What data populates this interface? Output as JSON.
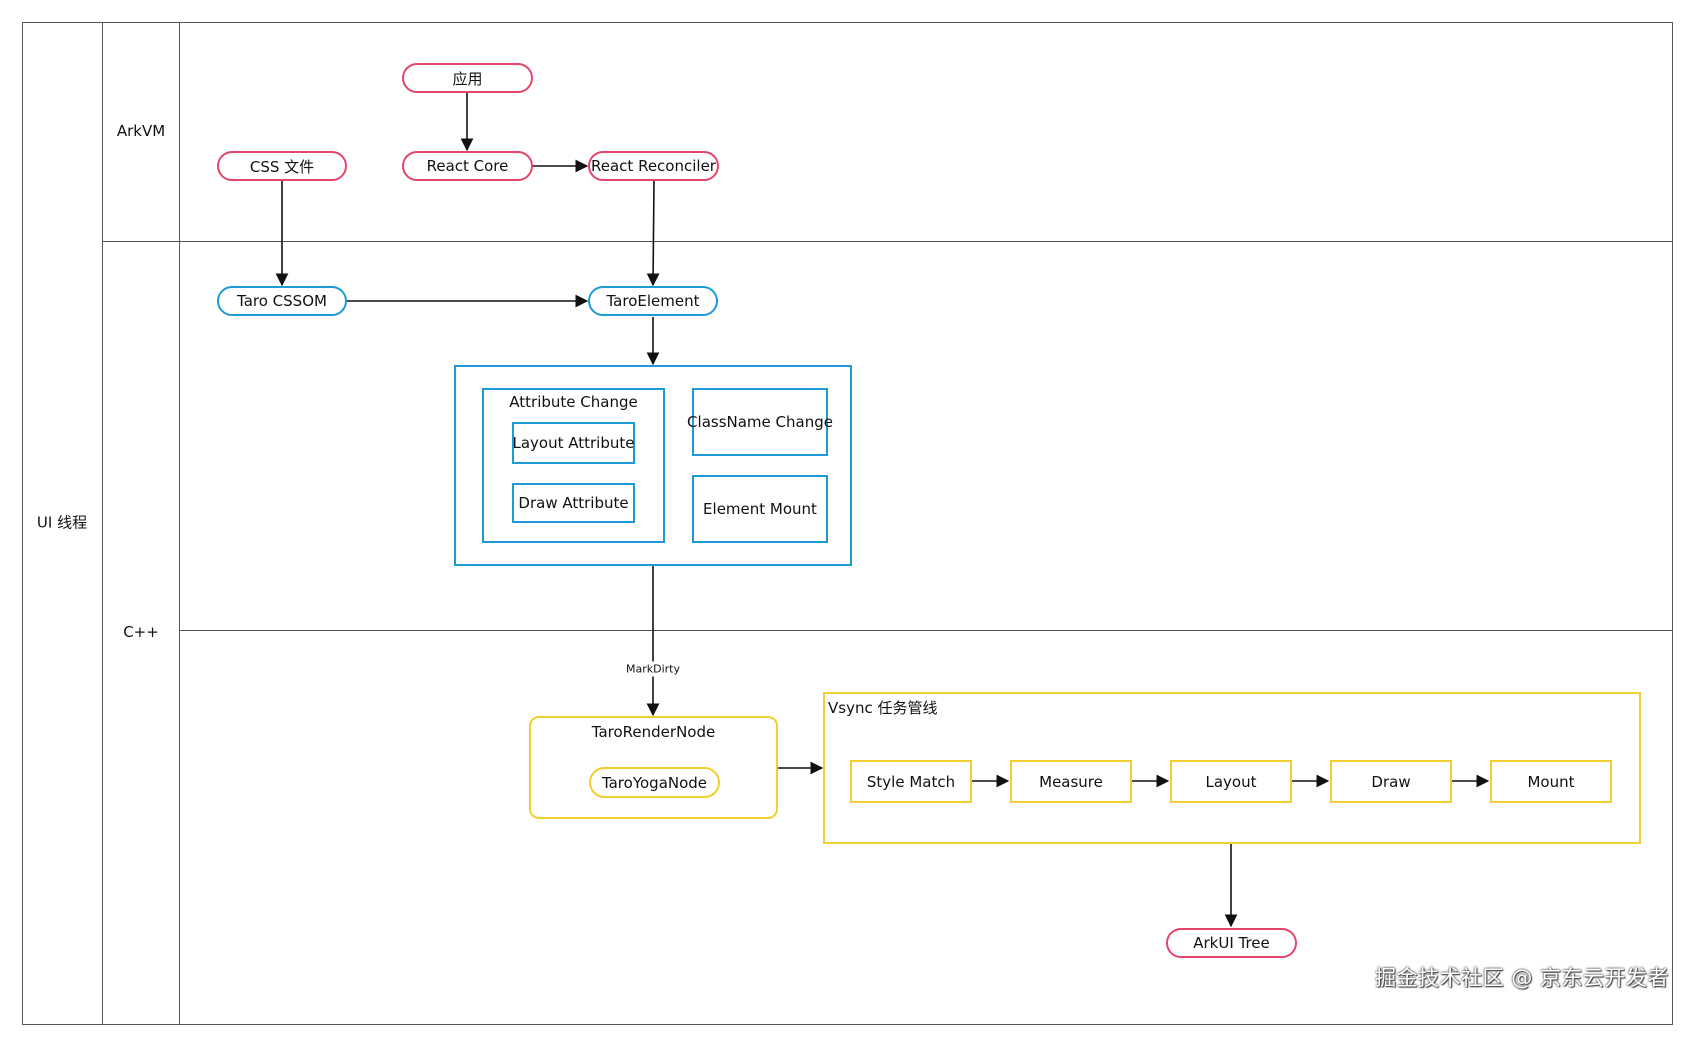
{
  "lanes": {
    "outer": "UI 线程",
    "arkvm": "ArkVM",
    "cpp": "C++"
  },
  "nodes": {
    "app": "应用",
    "css_file": "CSS 文件",
    "react_core": "React Core",
    "react_reconciler": "React Reconciler",
    "taro_cssom": "Taro CSSOM",
    "taro_element": "TaroElement",
    "attribute_change": "Attribute Change",
    "layout_attribute": "Layout Attribute",
    "draw_attribute": "Draw Attribute",
    "classname_change": "ClassName Change",
    "element_mount": "Element Mount",
    "taro_render_node": "TaroRenderNode",
    "taro_yoga_node": "TaroYogaNode",
    "vsync_pipeline": "Vsync 任务管线",
    "style_match": "Style Match",
    "measure": "Measure",
    "layout": "Layout",
    "draw": "Draw",
    "mount": "Mount",
    "arkui_tree": "ArkUI Tree"
  },
  "edges": {
    "mark_dirty": "MarkDirty"
  },
  "watermark": "掘金技术社区 @ 京东云开发者",
  "colors": {
    "pink": "#e4466b",
    "blue": "#1e9bd7",
    "yellow": "#f2cf2e",
    "grid": "#555555"
  }
}
